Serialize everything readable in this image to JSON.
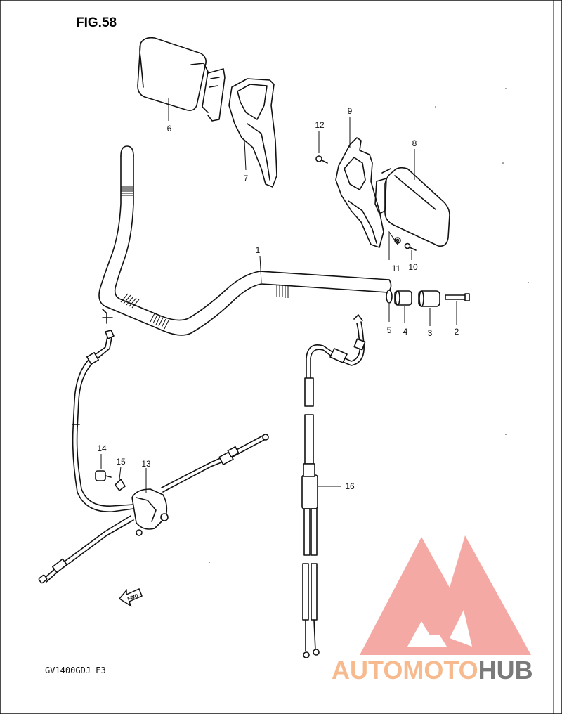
{
  "figure": {
    "title": "FIG.58",
    "model_code": "GV1400GDJ E3"
  },
  "fwd_arrow": {
    "label": "FWD"
  },
  "callouts": [
    {
      "number": "1"
    },
    {
      "number": "2"
    },
    {
      "number": "3"
    },
    {
      "number": "4"
    },
    {
      "number": "5"
    },
    {
      "number": "6"
    },
    {
      "number": "7"
    },
    {
      "number": "8"
    },
    {
      "number": "9"
    },
    {
      "number": "10"
    },
    {
      "number": "11"
    },
    {
      "number": "12"
    },
    {
      "number": "13"
    },
    {
      "number": "14"
    },
    {
      "number": "15"
    },
    {
      "number": "16"
    }
  ],
  "watermark": {
    "part1": "AUTOMOTO",
    "part2": "HUB",
    "color_primary": "#f29a94",
    "color_accent": "#f7b98e",
    "color_dark": "#7a7a7a"
  }
}
